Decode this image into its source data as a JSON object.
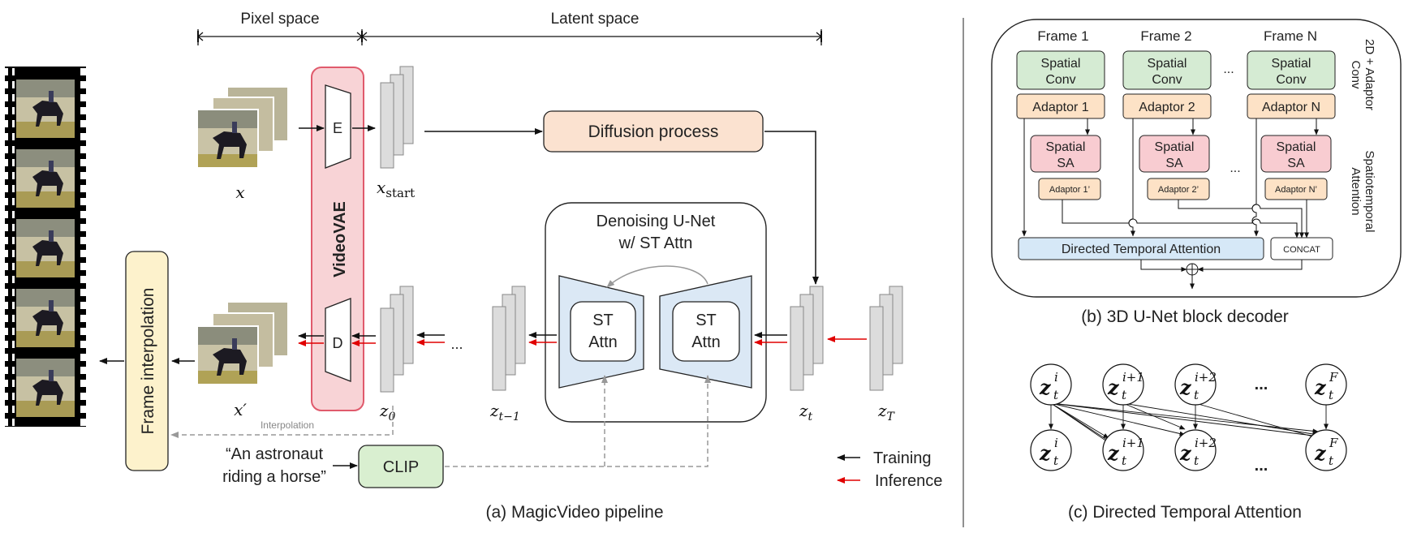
{
  "panel_a": {
    "pixel_space": "Pixel space",
    "latent_space": "Latent space",
    "encoder": "E",
    "decoder": "D",
    "vae": "VideoVAE",
    "diffusion": "Diffusion process",
    "unet_title_1": "Denoising U-Net",
    "unet_title_2": "w/ ST Attn",
    "st_attn_1": "ST",
    "st_attn_2": "Attn",
    "frame_interp": "Frame interpolation",
    "interp_small": "Interpolation",
    "prompt_1": "“An astronaut",
    "prompt_2": "riding a horse”",
    "clip": "CLIP",
    "dots": "...",
    "legend_training": "Training",
    "legend_inference": "Inference",
    "var_x": "x",
    "var_xprime": "x′",
    "var_xstart": "x",
    "var_xstart_sub": "start",
    "var_z0": "z",
    "var_z0_sub": "0",
    "var_zt1": "z",
    "var_zt1_sub": "t−1",
    "var_zt": "z",
    "var_zt_sub": "t",
    "var_zT": "z",
    "var_zT_sub": "T",
    "caption": "(a) MagicVideo pipeline"
  },
  "panel_b": {
    "frames": [
      "Frame 1",
      "Frame 2",
      "Frame N"
    ],
    "conv_1": "Spatial",
    "conv_2": "Conv",
    "adaptors": [
      "Adaptor 1",
      "Adaptor 2",
      "Adaptor N"
    ],
    "sa_1": "Spatial",
    "sa_2": "SA",
    "small_adaptors": [
      "Adaptor 1’",
      "Adaptor 2’",
      "Adaptor N’"
    ],
    "dots": "...",
    "dta": "Directed Temporal Attention",
    "concat": "CONCAT",
    "side_1a": "2D + Adaptor",
    "side_1b": "Conv",
    "side_2a": "Spatiotemporal",
    "side_2b": "Attention",
    "caption": "(b) 3D U-Net block decoder"
  },
  "panel_c": {
    "node_z": "z",
    "top_sup": [
      "i",
      "i+1",
      "i+2",
      "F"
    ],
    "bot_sup": [
      "i",
      "i+1",
      "i+2",
      "F"
    ],
    "sub": "t",
    "dots": "...",
    "caption": "(c) Directed Temporal Attention"
  },
  "colors": {
    "vae_fill": "#f8d3d6",
    "vae_stroke": "#e05a6c",
    "diffusion_fill": "#fbe2d0",
    "frame_interp_fill": "#fdf2cc",
    "clip_fill": "#d9efd0",
    "unet_block_fill": "#dbe8f5",
    "spatial_conv_fill": "#d5ebd3",
    "adaptor_fill": "#fde2c6",
    "spatial_sa_fill": "#f8ccd1",
    "dta_fill": "#d6e8f7",
    "training_arrow": "#000000",
    "inference_arrow": "#e00000"
  }
}
